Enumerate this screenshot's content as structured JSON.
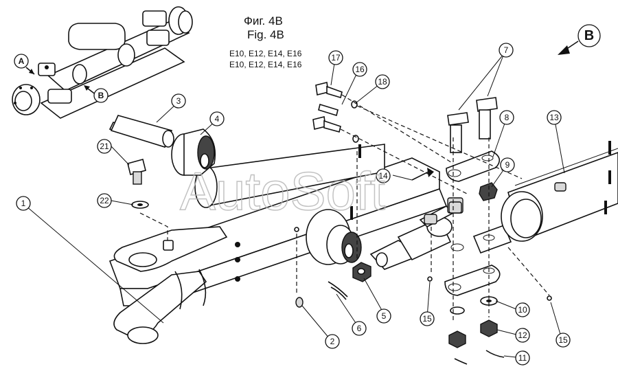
{
  "header": {
    "title_ru": "Фиг. 4B",
    "title_en": "Fig. 4B",
    "models_line1": "E10, E12, E14, E16",
    "models_line2": "E10, E12, E14, E16"
  },
  "view_labels": {
    "a": "A",
    "b_small": "B",
    "b_large": "B"
  },
  "watermark": "AutoSoft",
  "callouts": [
    "1",
    "2",
    "3",
    "4",
    "5",
    "6",
    "7",
    "8",
    "9",
    "10",
    "11",
    "12",
    "13",
    "14",
    "15",
    "15",
    "16",
    "17",
    "18",
    "21",
    "22"
  ]
}
